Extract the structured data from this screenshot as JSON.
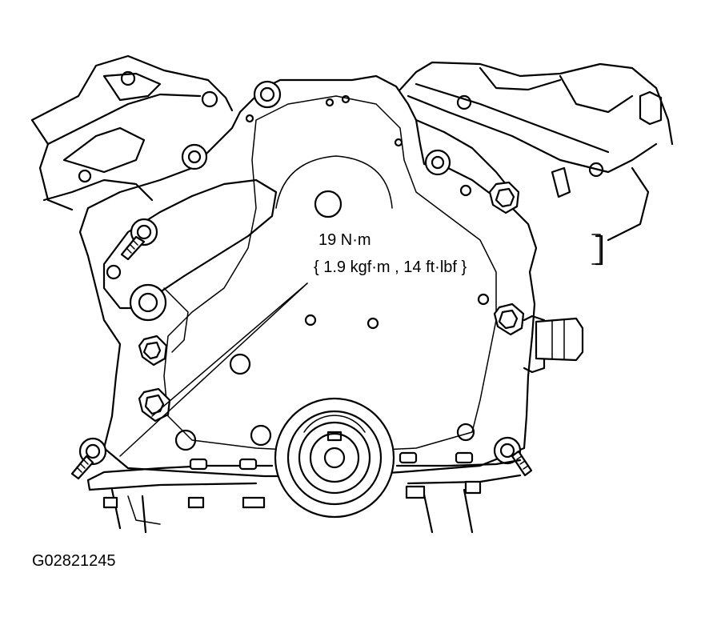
{
  "figure": {
    "torque_value": "19 N·m",
    "torque_alt": "{ 1.9 kgf·m , 14 ft·lbf }",
    "figure_id": "G02821245"
  },
  "colors": {
    "ink": "#000000",
    "paper": "#ffffff"
  }
}
